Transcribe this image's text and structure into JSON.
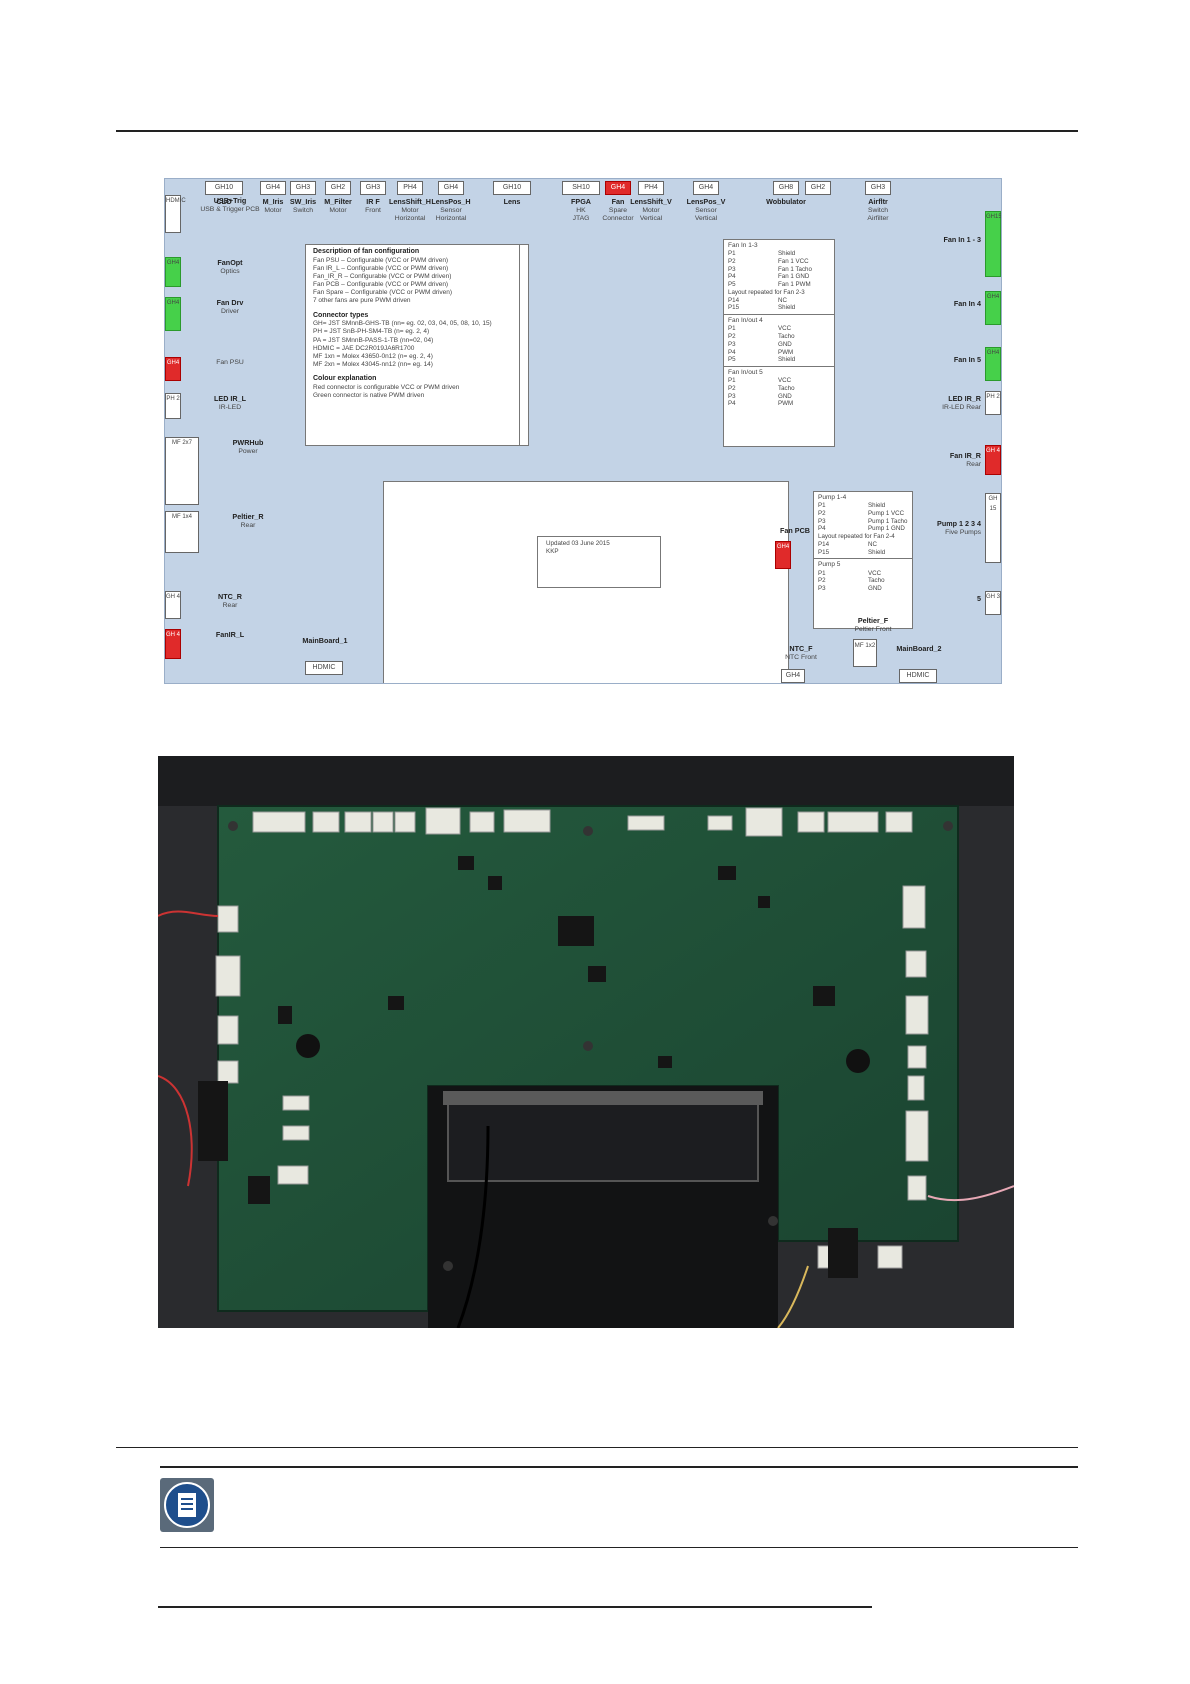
{
  "page": {
    "updated_note": [
      "Updated 03 June 2015",
      "KKP"
    ]
  },
  "diagram": {
    "top_connectors": [
      {
        "code": "GH10",
        "title": "CLO",
        "sub": "",
        "sub2": "",
        "color": "white"
      },
      {
        "code": "GH4",
        "title": "M_Iris",
        "sub": "Motor",
        "sub2": "",
        "color": "white"
      },
      {
        "code": "GH3",
        "title": "SW_Iris",
        "sub": "Switch",
        "sub2": "",
        "color": "white"
      },
      {
        "code": "GH2",
        "title": "M_Filter",
        "sub": "Motor",
        "sub2": "",
        "color": "white"
      },
      {
        "code": "GH3",
        "title": "IR F",
        "sub": "Front",
        "sub2": "",
        "color": "white"
      },
      {
        "code": "PH4",
        "title": "LensShift_H",
        "sub": "Motor",
        "sub2": "Horizontal",
        "color": "white"
      },
      {
        "code": "GH4",
        "title": "LensPos_H",
        "sub": "Sensor",
        "sub2": "Horizontal",
        "color": "white"
      },
      {
        "code": "GH10",
        "title": "Lens",
        "sub": "",
        "sub2": "",
        "color": "white"
      },
      {
        "code": "SH10",
        "title": "FPGA",
        "sub": "HK",
        "sub2": "JTAG",
        "color": "white"
      },
      {
        "code": "GH4",
        "title": "Fan",
        "sub": "Spare",
        "sub2": "Connector",
        "color": "red"
      },
      {
        "code": "PH4",
        "title": "LensShift_V",
        "sub": "Motor",
        "sub2": "Vertical",
        "color": "white"
      },
      {
        "code": "GH4",
        "title": "LensPos_V",
        "sub": "Sensor",
        "sub2": "Vertical",
        "color": "white"
      },
      {
        "code": "GH8",
        "title": "Wobbulator",
        "sub": "",
        "sub2": "",
        "color": "white"
      },
      {
        "code": "GH2",
        "title": "",
        "sub": "",
        "sub2": "",
        "color": "white"
      },
      {
        "code": "GH3",
        "title": "Airfltr",
        "sub": "Switch",
        "sub2": "Airfilter",
        "color": "white"
      }
    ],
    "left_connectors": [
      {
        "code": "HDMIC",
        "title": "USB+Trig",
        "sub": "USB & Trigger PCB",
        "color": "white"
      },
      {
        "code": "GH4",
        "title": "FanOpt",
        "sub": "Optics",
        "color": "green"
      },
      {
        "code": "GH4",
        "title": "Fan Drv",
        "sub": "Driver",
        "color": "green"
      },
      {
        "code": "GH4",
        "title": "",
        "sub": "Fan PSU",
        "color": "red"
      },
      {
        "code": "PH 2",
        "title": "LED IR_L",
        "sub": "IR-LED",
        "color": "white"
      },
      {
        "code": "MF 2x7",
        "title": "PWRHub",
        "sub": "Power",
        "color": "white"
      },
      {
        "code": "MF 1x4",
        "title": "Peltier_R",
        "sub": "Rear",
        "color": "white"
      },
      {
        "code": "GH 4",
        "title": "NTC_R",
        "sub": "Rear",
        "color": "white"
      },
      {
        "code": "GH 4",
        "title": "FanIR_L",
        "sub": "",
        "color": "red"
      }
    ],
    "right_connectors": [
      {
        "code": "GH15",
        "title": "Fan In 1 - 3",
        "sub": "",
        "color": "green"
      },
      {
        "code": "GH4",
        "title": "Fan In 4",
        "sub": "",
        "color": "green"
      },
      {
        "code": "GH4",
        "title": "Fan In 5",
        "sub": "",
        "color": "green"
      },
      {
        "code": "PH 2",
        "title": "LED IR_R",
        "sub": "IR-LED Rear",
        "color": "white"
      },
      {
        "code": "GH 4",
        "title": "Fan IR_R",
        "sub": "Rear",
        "color": "red"
      },
      {
        "code": "GH 15",
        "title": "Pump 1 2 3 4",
        "sub": "Five Pumps",
        "color": "white"
      },
      {
        "code": "GH 3",
        "title": "5",
        "sub": "",
        "color": "white"
      }
    ],
    "bottom_connectors": [
      {
        "code": "HDMIC",
        "title": "MainBoard_1",
        "sub": ""
      },
      {
        "code": "GH4",
        "title": "NTC_F",
        "sub": "NTC Front"
      },
      {
        "code": "MF 1x2",
        "title": "Peltier_F",
        "sub": "Peltier Front"
      },
      {
        "code": "HDMIC",
        "title": "MainBoard_2",
        "sub": ""
      },
      {
        "code": "GH4",
        "title": "Fan PCB",
        "sub": ""
      }
    ],
    "description": {
      "heading": "Description of fan configuration",
      "lines": [
        "Fan PSU – Configurable (VCC or PWM driven)",
        "Fan IR_L – Configurable (VCC or PWM driven)",
        "Fan_IR_R – Configurable (VCC or PWM driven)",
        "Fan PCB – Configurable (VCC or PWM driven)",
        "Fan Spare – Configurable (VCC or PWM driven)",
        "7 other fans are pure PWM driven"
      ],
      "connector_heading": "Connector types",
      "connector_lines": [
        "GH= JST SMnnB-GHS-TB (nn= eg. 02, 03, 04, 05, 08, 10, 15)",
        "PH = JST SnB-PH-SM4-TB (n= eg. 2, 4)",
        "PA = JST SMnnB-PASS-1-TB (nn=02, 04)",
        "HDMIC = JAE DC2R019JA6R1700",
        "MF 1xn = Molex 43650-0n12 (n= eg. 2, 4)",
        "MF 2xn = Molex 43045-nn12 (nn= eg. 14)"
      ],
      "colour_heading": "Colour explanation",
      "colour_lines": [
        "Red connector is configurable VCC or PWM driven",
        "Green connector is native PWM driven"
      ]
    },
    "fan_pins": [
      {
        "title": "Fan In 1-3",
        "rows": [
          [
            "P1",
            "Shield"
          ],
          [
            "P2",
            "Fan 1 VCC"
          ],
          [
            "P3",
            "Fan 1 Tacho"
          ],
          [
            "P4",
            "Fan 1 GND"
          ],
          [
            "P5",
            "Fan 1 PWM"
          ],
          [
            "Layout repeated for Fan 2-3",
            ""
          ],
          [
            "P14",
            "NC"
          ],
          [
            "P15",
            "Shield"
          ]
        ]
      },
      {
        "title": "Fan In/out 4",
        "rows": [
          [
            "P1",
            "VCC"
          ],
          [
            "P2",
            "Tacho"
          ],
          [
            "P3",
            "GND"
          ],
          [
            "P4",
            "PWM"
          ],
          [
            "P5",
            "Shield"
          ]
        ]
      },
      {
        "title": "Fan In/out 5",
        "rows": [
          [
            "P1",
            "VCC"
          ],
          [
            "P2",
            "Tacho"
          ],
          [
            "P3",
            "GND"
          ],
          [
            "P4",
            "PWM"
          ]
        ]
      }
    ],
    "pump_pins": [
      {
        "title": "Pump 1-4",
        "rows": [
          [
            "P1",
            "Shield"
          ],
          [
            "P2",
            "Pump 1 VCC"
          ],
          [
            "P3",
            "Pump 1 Tacho"
          ],
          [
            "P4",
            "Pump 1 GND"
          ],
          [
            "Layout repeated for Fan 2-4",
            ""
          ],
          [
            "P14",
            "NC"
          ],
          [
            "P15",
            "Shield"
          ]
        ]
      },
      {
        "title": "Pump 5",
        "rows": [
          [
            "P1",
            "VCC"
          ],
          [
            "P2",
            "Tacho"
          ],
          [
            "P3",
            "GND"
          ]
        ]
      }
    ]
  },
  "colors": {
    "diagram_bg": "#c3d3e6",
    "red_connector": "#e02a2a",
    "green_connector": "#46d04a",
    "pcb": "#1f4a33"
  },
  "icons": {
    "note": "note-icon"
  }
}
